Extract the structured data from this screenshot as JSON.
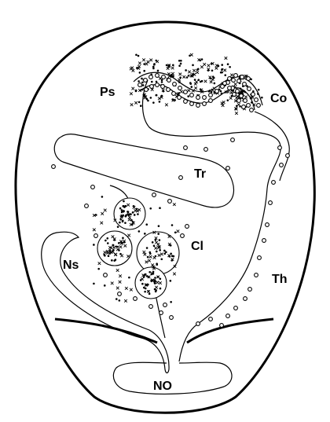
{
  "labels": {
    "ps": "Ps",
    "co": "Co",
    "tr": "Tr",
    "cl": "Cl",
    "ns": "Ns",
    "th": "Th",
    "no": "NO"
  },
  "colors": {
    "line": "#000000",
    "background": "#ffffff"
  }
}
